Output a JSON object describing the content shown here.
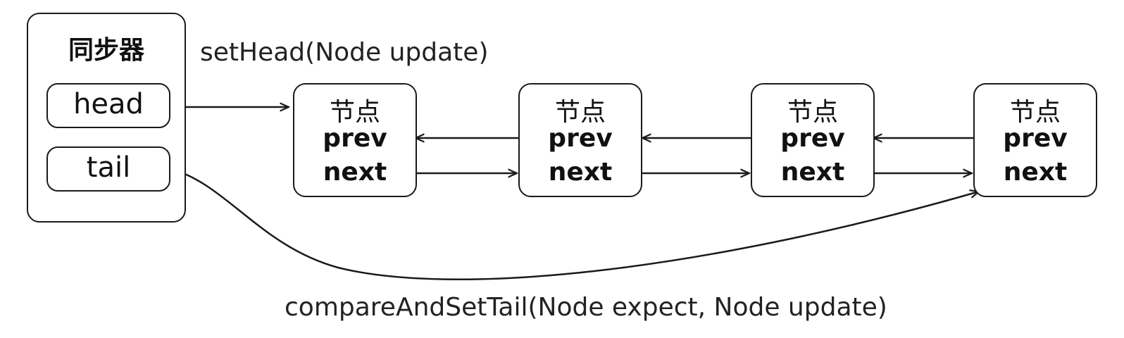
{
  "synchronizer": {
    "title": "同步器",
    "head_label": "head",
    "tail_label": "tail"
  },
  "nodes": [
    {
      "title": "节点",
      "prev": "prev",
      "next": "next"
    },
    {
      "title": "节点",
      "prev": "prev",
      "next": "next"
    },
    {
      "title": "节点",
      "prev": "prev",
      "next": "next"
    },
    {
      "title": "节点",
      "prev": "prev",
      "next": "next"
    }
  ],
  "labels": {
    "set_head": "setHead(Node update)",
    "compare_and_set_tail": "compareAndSetTail(Node expect, Node update)"
  }
}
